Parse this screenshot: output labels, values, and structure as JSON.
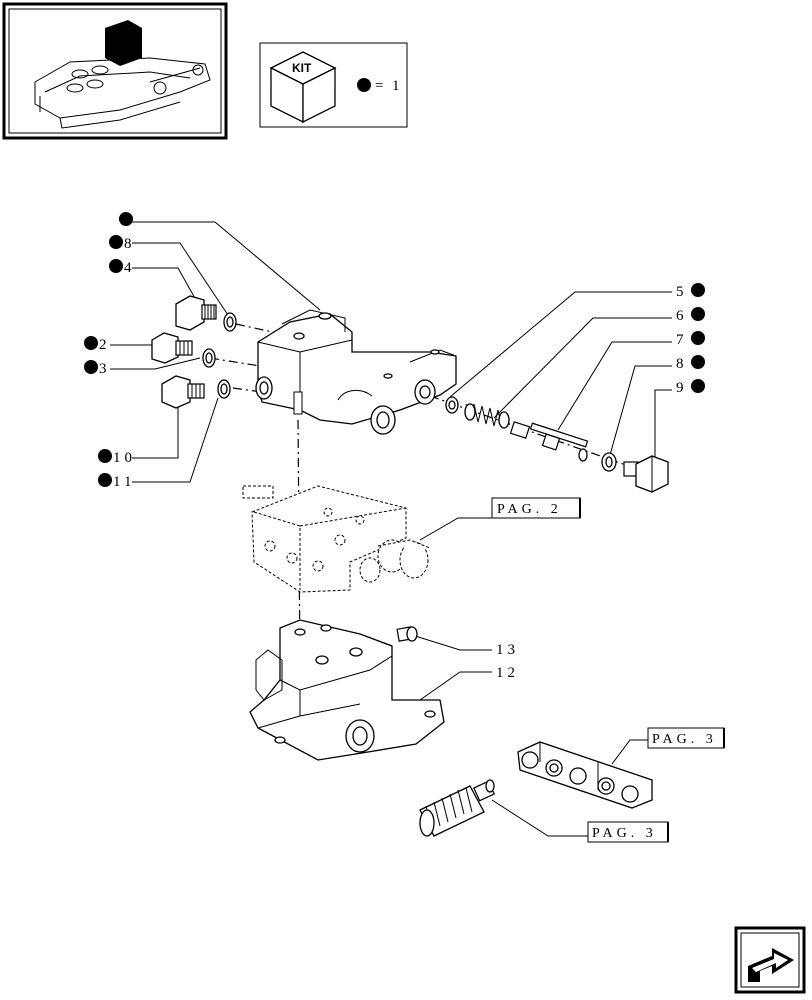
{
  "kit_legend": {
    "kit_label": "KIT",
    "equals_text": "=",
    "kit_qty": "1"
  },
  "callouts": {
    "top": "",
    "c8a": "8",
    "c4": "4",
    "c2": "2",
    "c3": "3",
    "c10": "10",
    "c11": "11",
    "c5": "5",
    "c6": "6",
    "c7": "7",
    "c8b": "8",
    "c9": "9",
    "c13": "13",
    "c12": "12"
  },
  "references": {
    "pag2": "PAG. 2",
    "pag3a": "PAG. 3",
    "pag3b": "PAG. 3"
  },
  "colors": {
    "ink": "#000000",
    "paper": "#ffffff"
  },
  "nav": {
    "icon": "next-page-arrow-icon"
  }
}
